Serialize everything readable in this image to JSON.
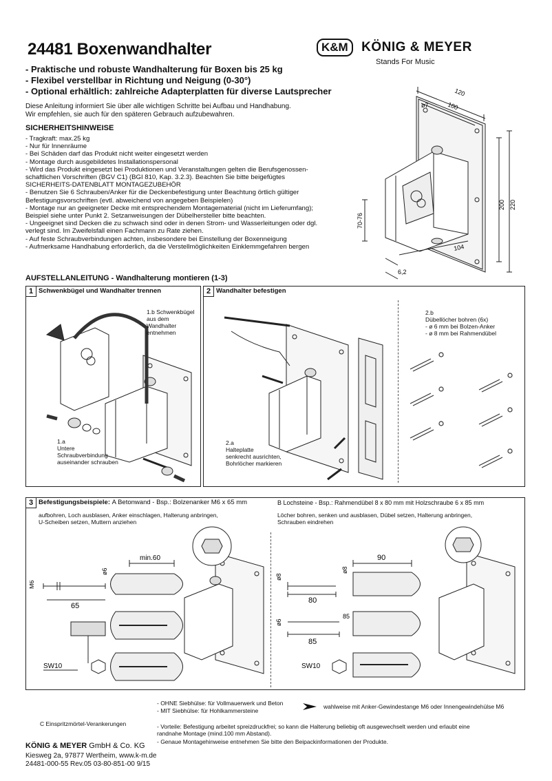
{
  "header": {
    "title": "24481 Boxenwandhalter",
    "features": [
      "- Praktische und robuste Wandhalterung für Boxen bis 25 kg",
      "- Flexibel verstellbar in Richtung und Neigung (0-30°)",
      "- Optional erhältlich: zahlreiche Adapterplatten für diverse Lautsprecher"
    ],
    "intro": [
      "Diese Anleitung informiert Sie über alle wichtigen Schritte bei Aufbau und Handhabung.",
      "Wir empfehlen, sie auch für den späteren Gebrauch aufzubewahren."
    ]
  },
  "brand": {
    "mark": "K&M",
    "name": "KÖNIG & MEYER",
    "claim": "Stands For Music"
  },
  "safety": {
    "heading": "SICHERHEITSHINWEISE",
    "items": [
      "- Tragkraft: max.25 kg",
      "- Nur für Innenräume",
      "- Bei Schäden darf das Produkt nicht weiter eingesetzt werden",
      "- Montage durch ausgebildetes Installationspersonal",
      "- Wird das Produkt eingesetzt bei Produktionen und Veranstaltungen gelten die Berufsgenossen-",
      "  schaftlichen Vorschriften (BGV C1) (BGI 810, Kap. 3.2.3). Beachten Sie bitte beigefügtes",
      "  SICHERHEITS-DATENBLATT MONTAGEZUBEHÖR",
      "- Benutzen Sie 6 Schrauben/Anker für die Deckenbefestigung unter Beachtung örtlich gültiger",
      "  Befestigungsvorschriften (evtl. abweichend von angegeben Beispielen)",
      "- Montage nur an geeigneter Decke mit entsprechendem Montagematerial (nicht im Lieferumfang);",
      "  Beispiel siehe unter Punkt 2. Setzanweisungen der Dübelhersteller bitte beachten.",
      "- Ungeeignet sind Decken die zu schwach sind oder in denen Strom- und Wasserleitungen oder dgl.",
      "  verlegt sind. Im Zweifelsfall einen Fachmann zu Rate ziehen.",
      "- Auf feste Schraubverbindungen achten, insbesondere bei Einstellung der Boxenneigung",
      "- Aufmerksame Handhabung erforderlich, da die Verstellmöglichkeiten Einklemmgefahren bergen"
    ]
  },
  "dimensions": {
    "w120": "120",
    "w100": "100",
    "hole": "ø7",
    "h200": "200",
    "h220": "220",
    "depth": "70-76",
    "d104": "104",
    "t62": "6,2"
  },
  "assembly": {
    "heading": "AUFSTELLANLEITUNG - Wandhalterung montieren (1-3)",
    "step1": {
      "num": "1",
      "title": "Schwenkbügel und Wandhalter trennen",
      "cap_1b": "1.b  Schwenkbügel\naus dem Wandhalter\nentnehmen",
      "cap_1a": "1.a\nUntere\nSchraubverbindung\nauseinander schrauben"
    },
    "step2": {
      "num": "2",
      "title": "Wandhalter befestigen",
      "cap_2a": "2.a\nHalteplatte\nsenkrecht ausrichten,\nBohrlöcher markieren",
      "cap_2b": "2.b\nDübellöcher bohren (6x)\n - ø 6 mm bei Bolzen-Anker\n - ø 8 mm bei Rahmendübel"
    },
    "step3": {
      "num": "3",
      "title": "Befestigungsbeispiele:",
      "a_title": "A Betonwand - Bsp.: Bolzenanker M6 x 65 mm",
      "a_text": "aufbohren, Loch ausblasen, Anker einschlagen, Halterung anbringen,\nU-Scheiben setzen, Muttern anziehen",
      "b_title": "B Lochsteine - Bsp.: Rahmendübel 8 x 80 mm mit Holzschraube 6 x 85 mm",
      "b_text": "Löcher bohren, senken und ausblasen, Dübel setzen, Halterung anbringen,\nSchrauben eindrehen",
      "labels_a": {
        "m6": "M6",
        "d6": "ø6",
        "min60": "min.60",
        "l65": "65",
        "sw": "SW10"
      },
      "labels_b": {
        "d8a": "ø8",
        "d8b": "ø8",
        "l90": "90",
        "l80": "80",
        "d6": "ø6",
        "l85a": "85",
        "l85b": "85",
        "sw": "SW10"
      }
    }
  },
  "notes": {
    "ohne": "- OHNE Siebhülse:   für Vollmauerwerk und Beton",
    "mit": "- MIT Siebhülse:      für Hohlkammersteine",
    "option": "wahlweise mit Anker-Gewindestange M6 oder Innengewindehülse M6",
    "c_label": "C Einspritzmörtel-Verankerungen",
    "vorteile": "- Vorteile: Befestigung arbeitet spreizdruckfrei; so kann die Halterung beliebig oft ausgewechselt werden und erlaubt eine\n  randnahe Montage (mind.100 mm Abstand).",
    "genau": "- Genaue Montagehinweise entnehmen Sie bitte den Beipackinformationen der Produkte."
  },
  "footer": {
    "company_bold": "KÖNIG & MEYER",
    "company_rest": " GmbH & Co. KG",
    "address": "Kiesweg 2a, 97877 Wertheim, www.k-m.de",
    "code": "24481-000-55  Rev.05  03-80-851-00  9/15"
  }
}
